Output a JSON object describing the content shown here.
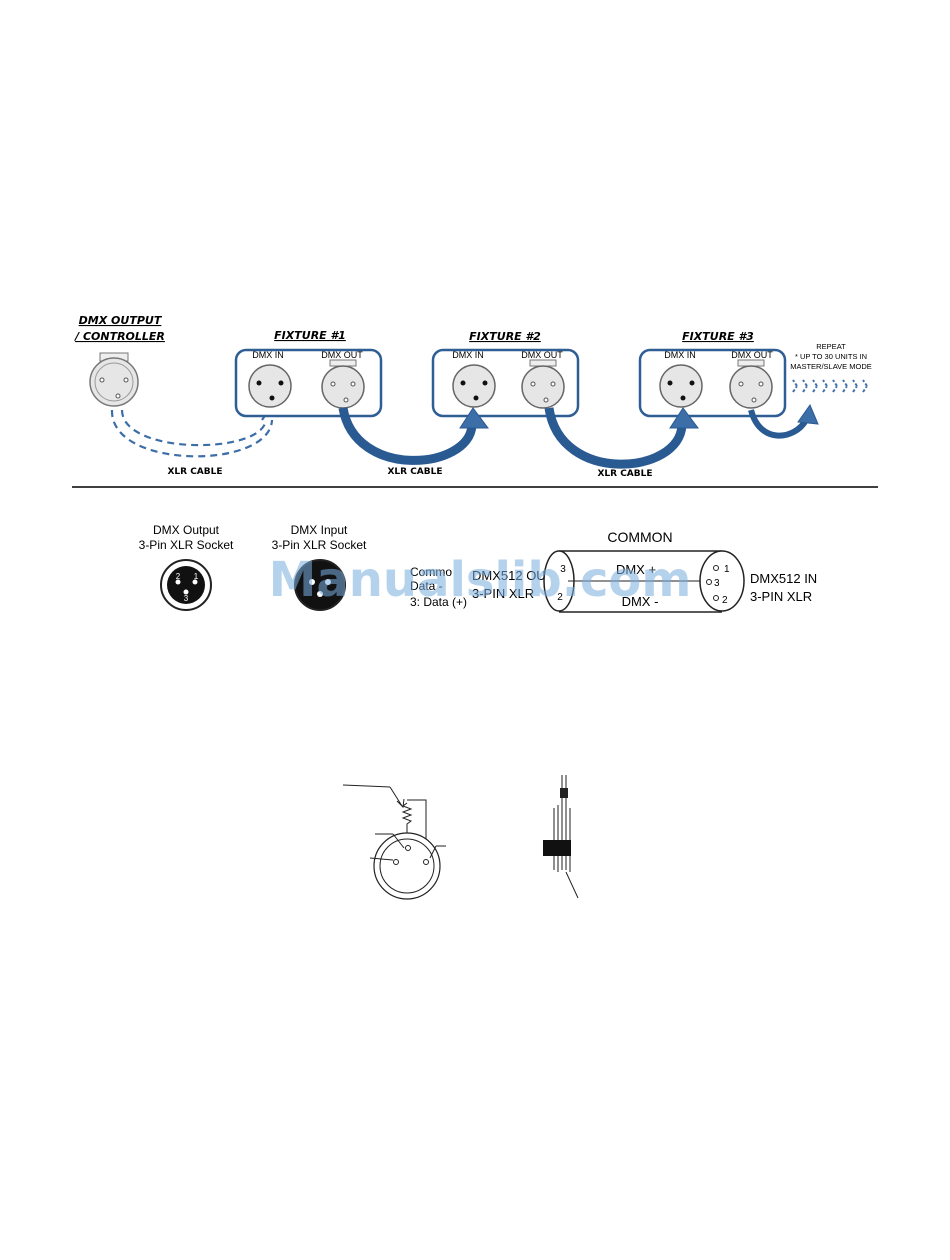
{
  "colors": {
    "fixture_border": "#2f5e95",
    "cable_blue": "#3c6ea8",
    "cable_dark": "#1f4f86",
    "connector_fill": "#e6e6e6",
    "watermark": "#7aaee0"
  },
  "top_diagram": {
    "controller": {
      "title_line1": "DMX OUTPUT",
      "title_line2": "/ CONTROLLER"
    },
    "fixtures": [
      {
        "title": "FIXTURE #1",
        "in_label": "DMX IN",
        "out_label": "DMX OUT"
      },
      {
        "title": "FIXTURE #2",
        "in_label": "DMX IN",
        "out_label": "DMX OUT"
      },
      {
        "title": "FIXTURE #3",
        "in_label": "DMX IN",
        "out_label": "DMX OUT"
      }
    ],
    "repeat_note": {
      "line1": "REPEAT",
      "line2": "* UP TO 30 UNITS IN",
      "line3": "MASTER/SLAVE MODE"
    },
    "cable_labels": [
      "XLR CABLE",
      "XLR CABLE",
      "XLR CABLE"
    ]
  },
  "pinout": {
    "output_socket": {
      "line1": "DMX Output",
      "line2": "3-Pin XLR Socket",
      "pins": [
        "2",
        "1",
        "3"
      ]
    },
    "input_socket": {
      "line1": "DMX Input",
      "line2": "3-Pin XLR Socket"
    },
    "pin_legend": {
      "line1": "Commo",
      "line2": "Data -",
      "line3": "3: Data (+)"
    },
    "cable": {
      "common_label": "COMMON",
      "dmx_plus": "DMX +",
      "dmx_minus": "DMX -",
      "left_label_line1": "DMX512 OU",
      "left_label_line2": "3-PIN XLR",
      "right_label_line1": "DMX512 IN",
      "right_label_line2": "3-PIN XLR",
      "right_pins": [
        "1",
        "3",
        "2"
      ],
      "left_pins": [
        "3",
        "2"
      ]
    }
  },
  "watermark": "Manualslib.com"
}
